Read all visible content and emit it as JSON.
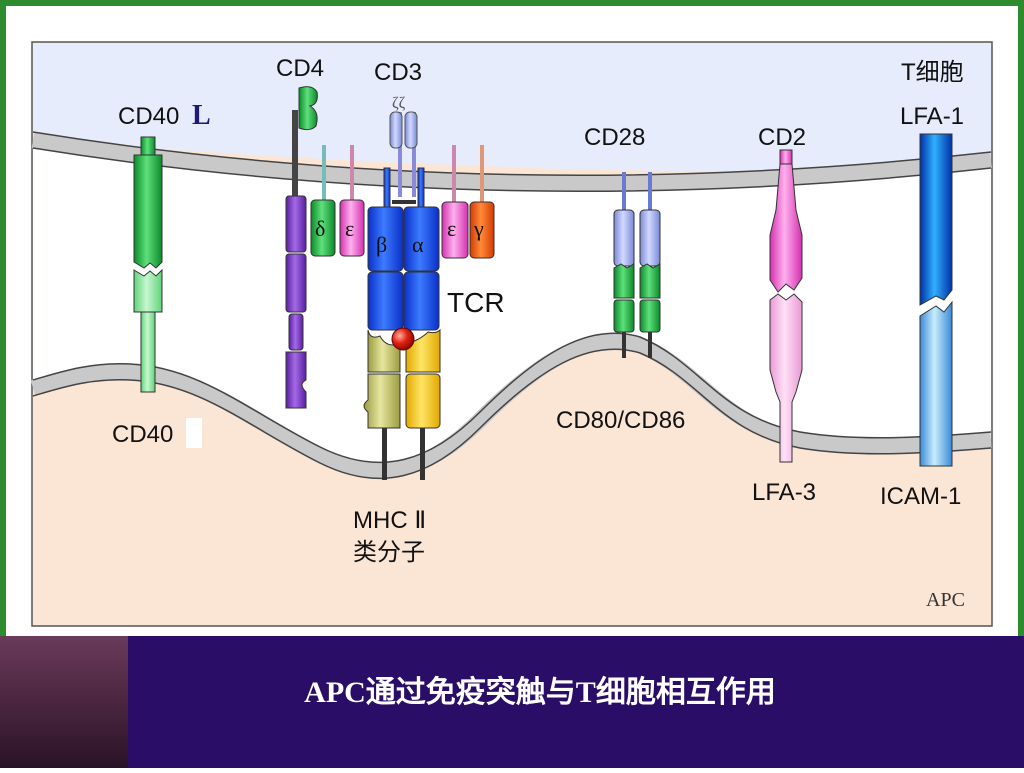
{
  "colors": {
    "frame_border": "#2e8b2e",
    "t_cell_fill": "#e6ecfb",
    "apc_fill": "#fbe6d6",
    "membrane": "#d0d0d0",
    "banner_left": "#3a2436",
    "banner_main": "#2a0d66",
    "banner_text": "#ffffff"
  },
  "labels": {
    "t_cell": "T细胞",
    "apc": "APC",
    "cd40l": "CD40",
    "cd40l_suffix": "L",
    "cd4": "CD4",
    "cd3": "CD3",
    "zeta": "ζζ",
    "cd28": "CD28",
    "cd2": "CD2",
    "lfa1": "LFA-1",
    "tcr": "TCR",
    "delta": "δ",
    "epsilon": "ε",
    "beta": "β",
    "alpha": "α",
    "gamma": "γ",
    "cd40": "CD40",
    "mhc_line1": "MHC Ⅱ",
    "mhc_line2": "类分子",
    "cd80_cd86": "CD80/CD86",
    "lfa3": "LFA-3",
    "icam1": "ICAM-1"
  },
  "banner": {
    "title": "APC通过免疫突触与T细胞相互作用"
  }
}
